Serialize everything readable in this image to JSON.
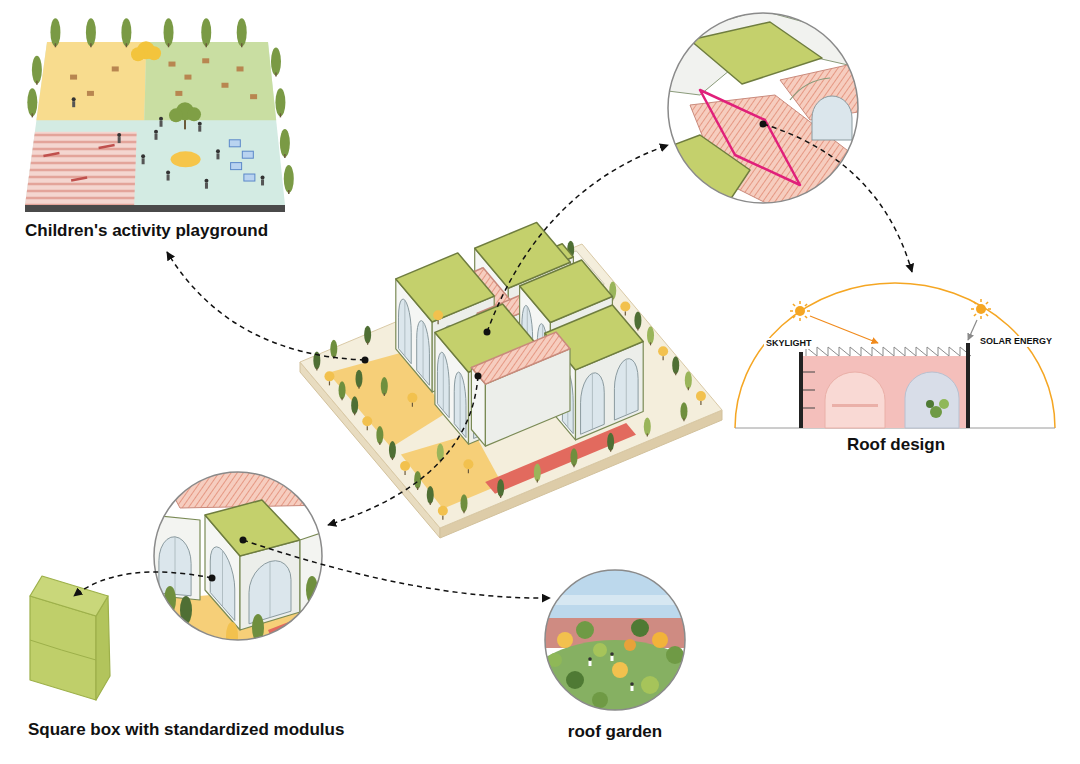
{
  "diagram": {
    "nodes": [
      {
        "text": [
          "Children's activity playground"
        ]
      },
      {
        "text": [
          "SKYLIGHT",
          "SOLAR ENERGY",
          "Roof design"
        ]
      },
      {
        "text": [
          "Square box with standardized modulus"
        ]
      },
      {
        "text": [
          "roof garden"
        ]
      }
    ]
  }
}
